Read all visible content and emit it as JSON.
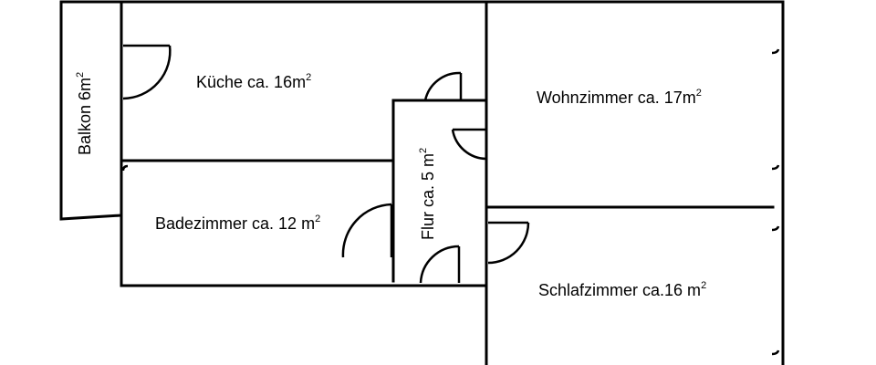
{
  "rooms": {
    "balkon": {
      "label": "Balkon 6m",
      "sup": "2"
    },
    "kueche": {
      "label": "Küche ca. 16m",
      "sup": "2"
    },
    "wohn": {
      "label": "Wohnzimmer ca. 17m",
      "sup": "2"
    },
    "flur": {
      "label": "Flur ca. 5 m",
      "sup": "2"
    },
    "bad": {
      "label": "Badezimmer ca. 12 m",
      "sup": "2"
    },
    "schlaf": {
      "label": "Schlafzimmer ca.16 m",
      "sup": "2"
    }
  },
  "doors": [
    "balkon-door",
    "kueche-flur-door",
    "wohn-flur-door",
    "bad-flur-door",
    "schlaf-flur-door",
    "flur-entry-door"
  ]
}
